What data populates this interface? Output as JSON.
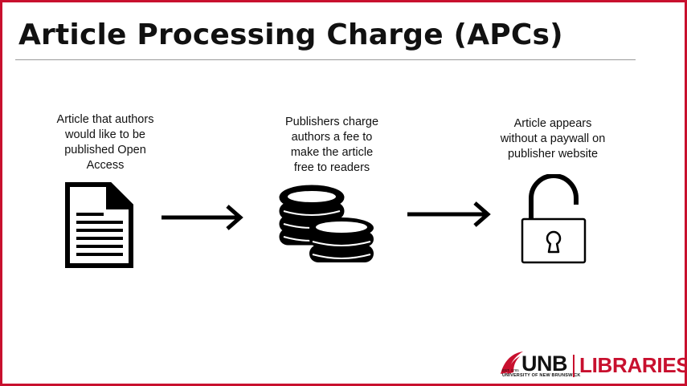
{
  "slide": {
    "title": "Article Processing Charge (APCs)"
  },
  "steps": [
    {
      "caption_lines": [
        "Article that authors",
        "would like to be",
        "published Open",
        "Access"
      ],
      "icon": "document-icon"
    },
    {
      "caption_lines": [
        "Publishers charge",
        "authors a fee to",
        "make the article",
        "free to readers"
      ],
      "icon": "coins-icon"
    },
    {
      "caption_lines": [
        "Article appears",
        "without a paywall on",
        "publisher website"
      ],
      "icon": "unlocked-padlock-icon"
    }
  ],
  "logo": {
    "wordmark": "UNB",
    "established": "EST. 1785",
    "university": "UNIVERSITY OF NEW BRUNSWICK",
    "department": "LIBRARIES"
  },
  "colors": {
    "border": "#c8102e",
    "accent": "#c8102e",
    "text": "#111111"
  }
}
